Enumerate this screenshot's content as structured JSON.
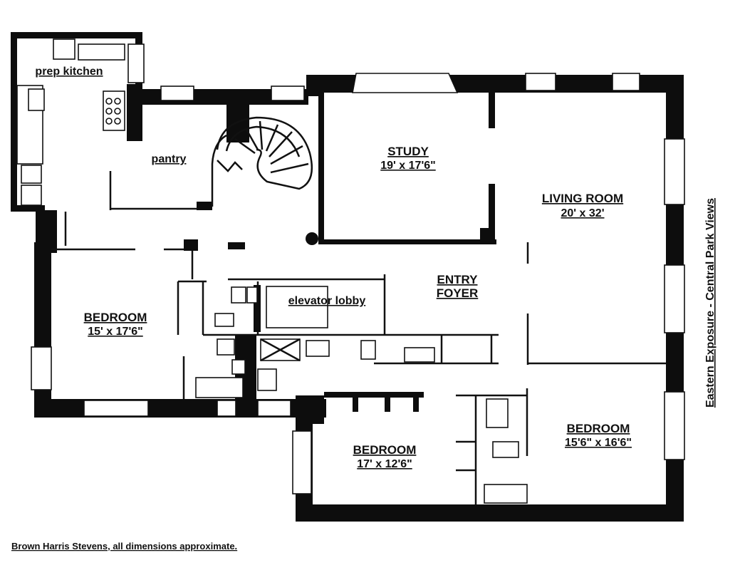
{
  "rooms": {
    "prep_kitchen": {
      "name": "prep kitchen"
    },
    "pantry": {
      "name": "pantry"
    },
    "study": {
      "name": "STUDY",
      "dims": "19' x 17'6\""
    },
    "living_room": {
      "name": "LIVING ROOM",
      "dims": "20' x 32'"
    },
    "entry_foyer": {
      "line1": "ENTRY",
      "line2": "FOYER"
    },
    "elevator_lobby": {
      "name": "elevator lobby"
    },
    "bedroom_west": {
      "name": "BEDROOM",
      "dims": "15' x 17'6\""
    },
    "bedroom_south": {
      "name": "BEDROOM",
      "dims": "17' x 12'6\""
    },
    "bedroom_east": {
      "name": "BEDROOM",
      "dims": "15'6\" x 16'6\""
    }
  },
  "side_note": "Eastern Exposure - Central Park Views",
  "footer": "Brown Harris Stevens, all dimensions approximate."
}
